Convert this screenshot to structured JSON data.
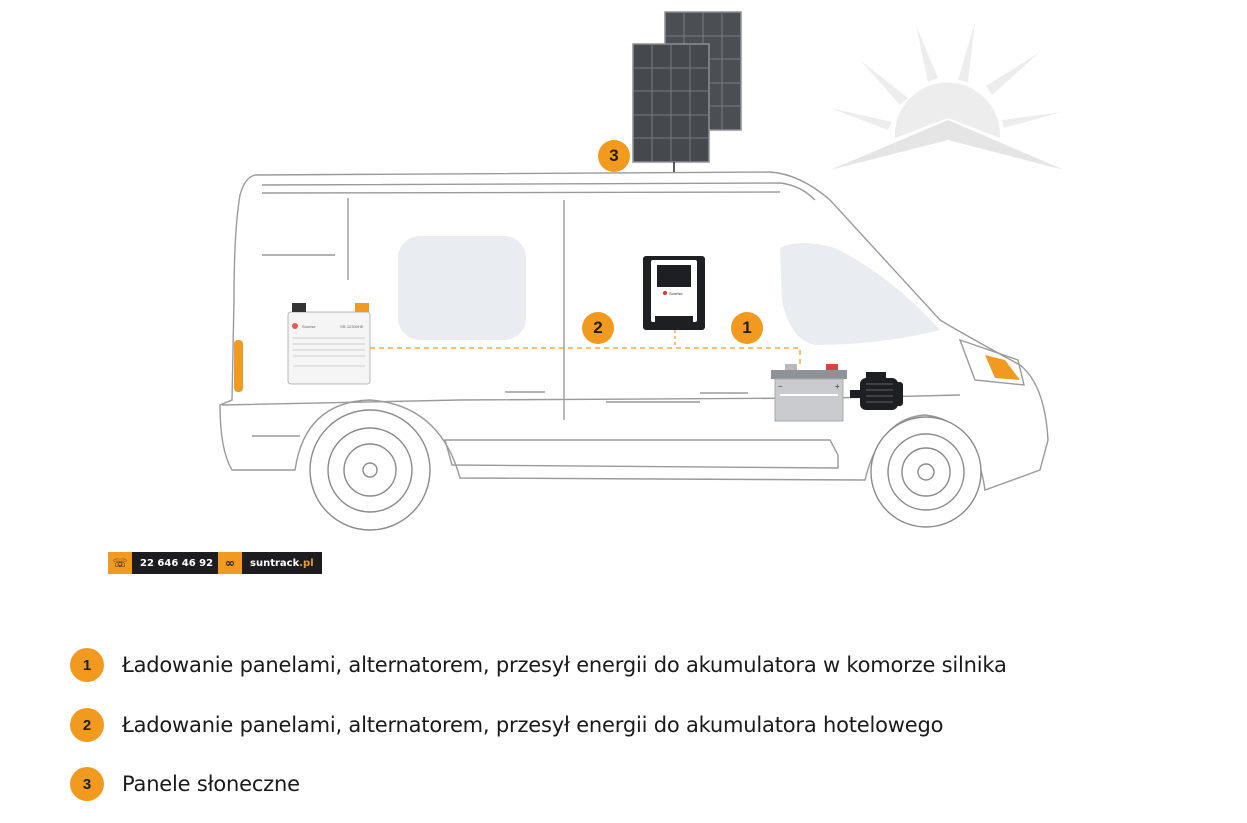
{
  "badges": {
    "b1": "1",
    "b2": "2",
    "b3": "3"
  },
  "battery_brand": "Sunrise",
  "battery_model": "SR-12300HE",
  "controller_brand": "Sunrise",
  "contact": {
    "phone": "22 646 46 92",
    "site_name": "suntrack",
    "site_tld": ".pl"
  },
  "legend": [
    {
      "num": "1",
      "label": "Ładowanie panelami, alternatorem, przesył energii do akumulatora w komorze silnika"
    },
    {
      "num": "2",
      "label": "Ładowanie panelami, alternatorem, przesył energii do akumulatora hotelowego"
    },
    {
      "num": "3",
      "label": "Panele słoneczne"
    }
  ],
  "colors": {
    "accent": "#f29a1f",
    "dark": "#1d1d20",
    "van_outline": "#8a8a8a",
    "window": "#e9ecf0"
  },
  "icons": {
    "phone": "phone-icon",
    "link": "link-icon"
  }
}
